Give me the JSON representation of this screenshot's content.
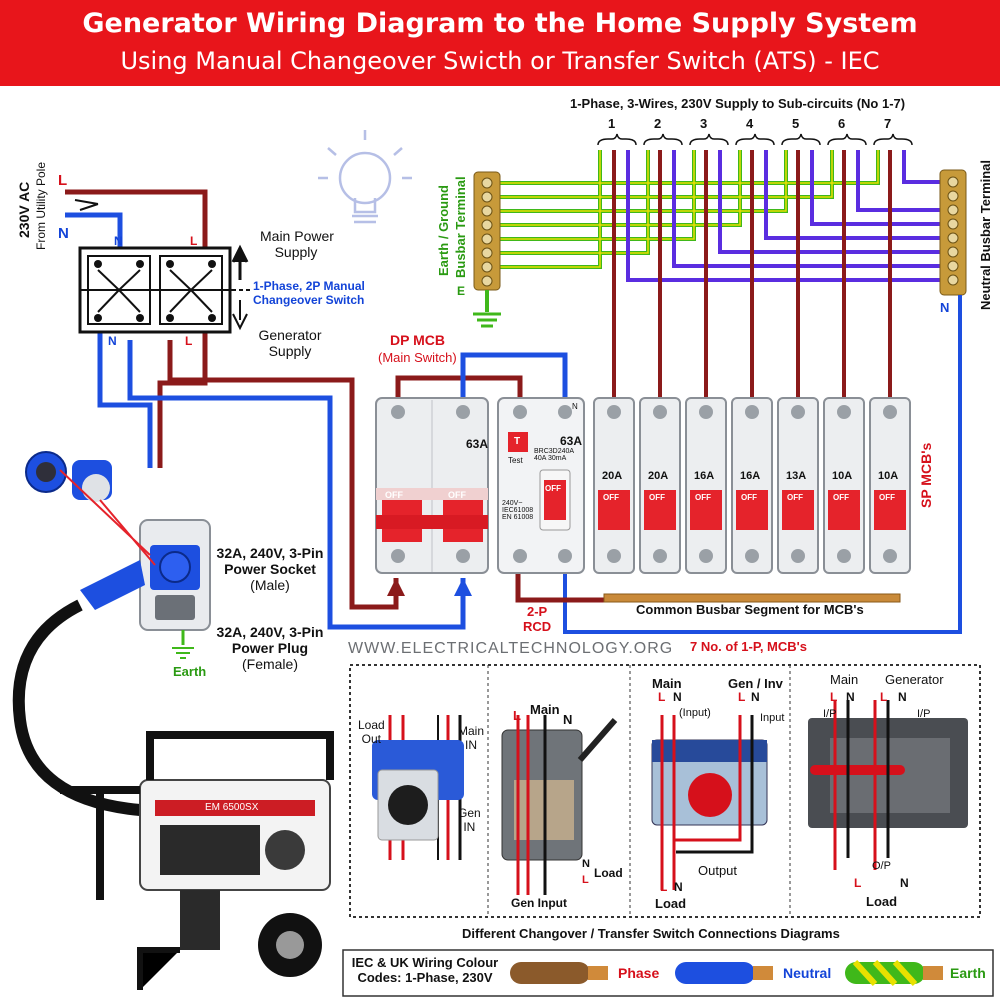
{
  "header": {
    "title": "Generator Wiring Diagram to the Home Supply System",
    "subtitle": "Using Manual Changeover Swicth or Transfer Switch (ATS) - IEC"
  },
  "supply": {
    "utility_line1": "230V AC",
    "utility_line2": "From Utility Pole",
    "L": "L",
    "N": "N"
  },
  "changeover": {
    "main_supply_line1": "Main Power",
    "main_supply_line2": "Supply",
    "name_line1": "1-Phase, 2P Manual",
    "name_line2": "Changeover Switch",
    "gen_supply_line1": "Generator",
    "gen_supply_line2": "Supply",
    "N": "N",
    "L": "L"
  },
  "subcircuits": {
    "title": "1-Phase, 3-Wires, 230V Supply to Sub-circuits (No 1-7)",
    "numbers": [
      "1",
      "2",
      "3",
      "4",
      "5",
      "6",
      "7"
    ]
  },
  "busbars": {
    "earth_line1": "Earth / Ground",
    "earth_line2": "Busbar Terminal",
    "E": "E",
    "neutral": "Neutral Busbar Terminal",
    "N": "N"
  },
  "dp_mcb": {
    "title": "DP MCB",
    "subtitle": "(Main Switch)",
    "rating": "63A",
    "off": "OFF"
  },
  "rcd": {
    "rating": "63A",
    "model_line1": "BRC3D240A",
    "model_line2": "40A 30mA",
    "test": "Test",
    "T": "T",
    "specs_line1": "240V~",
    "specs_line2": "IEC61008",
    "specs_line3": "EN 61008",
    "off": "OFF",
    "N": "N",
    "label_line1": "2-P",
    "label_line2": "RCD"
  },
  "sp_mcbs": {
    "ratings": [
      "20A",
      "20A",
      "16A",
      "16A",
      "13A",
      "10A",
      "10A"
    ],
    "off": "OFF",
    "label": "SP MCB's",
    "busbar_label": "Common Busbar Segment for MCB's",
    "count_label": "7 No. of 1-P, MCB's"
  },
  "socket": {
    "line1": "32A, 240V, 3-Pin",
    "line2": "Power Socket",
    "line3": "(Male)",
    "earth": "Earth"
  },
  "plug": {
    "line1": "32A, 240V, 3-Pin",
    "line2": "Power Plug",
    "line3": "(Female)"
  },
  "generator": {
    "model": "EM 6500SX"
  },
  "website": "WWW.ELECTRICALTECHNOLOGY.ORG",
  "examples": {
    "caption": "Different Changover / Transfer Switch Connections Diagrams",
    "d1": {
      "load": "Load",
      "out": "Out",
      "main": "Main",
      "main_in": "IN",
      "gen": "Gen",
      "gen_in": "IN"
    },
    "d2": {
      "L": "L",
      "main": "Main",
      "N": "N",
      "load": "Load",
      "gen_input": "Gen Input"
    },
    "d3": {
      "main": "Main",
      "gen_inv": "Gen / Inv",
      "input1": "(Input)",
      "input2": "Input",
      "output": "Output",
      "load": "Load",
      "L": "L",
      "N": "N"
    },
    "d4": {
      "main": "Main",
      "generator": "Generator",
      "ip": "I/P",
      "op": "O/P",
      "load": "Load",
      "L": "L",
      "N": "N"
    }
  },
  "legend": {
    "title_line1": "IEC & UK Wiring Colour",
    "title_line2": "Codes: 1-Phase, 230V",
    "phase": "Phase",
    "neutral": "Neutral",
    "earth": "Earth"
  },
  "colors": {
    "phase": "#8b1a1a",
    "neutral": "#1d4fe0",
    "earth_green": "#3fb81a",
    "earth_yellow": "#e8e000",
    "header": "#e8151b"
  }
}
